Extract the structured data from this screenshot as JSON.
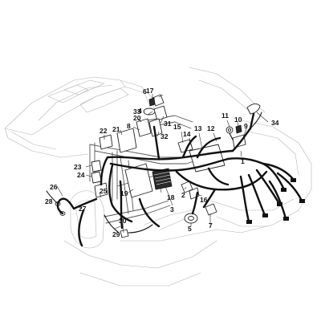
{
  "callouts": [
    {
      "id": "1",
      "text": "1"
    },
    {
      "id": "2",
      "text": "2"
    },
    {
      "id": "3",
      "text": "3"
    },
    {
      "id": "4",
      "text": "4"
    },
    {
      "id": "5",
      "text": "5"
    },
    {
      "id": "6",
      "text": "6"
    },
    {
      "id": "7",
      "text": "7"
    },
    {
      "id": "8",
      "text": "8"
    },
    {
      "id": "9",
      "text": "9"
    },
    {
      "id": "10",
      "text": "10"
    },
    {
      "id": "11",
      "text": "11"
    },
    {
      "id": "12",
      "text": "12"
    },
    {
      "id": "13",
      "text": "13"
    },
    {
      "id": "14",
      "text": "14"
    },
    {
      "id": "15",
      "text": "15"
    },
    {
      "id": "16",
      "text": "16"
    },
    {
      "id": "17",
      "text": "17"
    },
    {
      "id": "18",
      "text": "18"
    },
    {
      "id": "19",
      "text": "19"
    },
    {
      "id": "20",
      "text": "20"
    },
    {
      "id": "21",
      "text": "21"
    },
    {
      "id": "22",
      "text": "22"
    },
    {
      "id": "23",
      "text": "23"
    },
    {
      "id": "24",
      "text": "24"
    },
    {
      "id": "25",
      "text": "25"
    },
    {
      "id": "26",
      "text": "26"
    },
    {
      "id": "27",
      "text": "27"
    },
    {
      "id": "28",
      "text": "28"
    },
    {
      "id": "29",
      "text": "29"
    },
    {
      "id": "30",
      "text": "30"
    },
    {
      "id": "31",
      "text": "31"
    },
    {
      "id": "32",
      "text": "32"
    },
    {
      "id": "33",
      "text": "33"
    },
    {
      "id": "34",
      "text": "34"
    }
  ]
}
